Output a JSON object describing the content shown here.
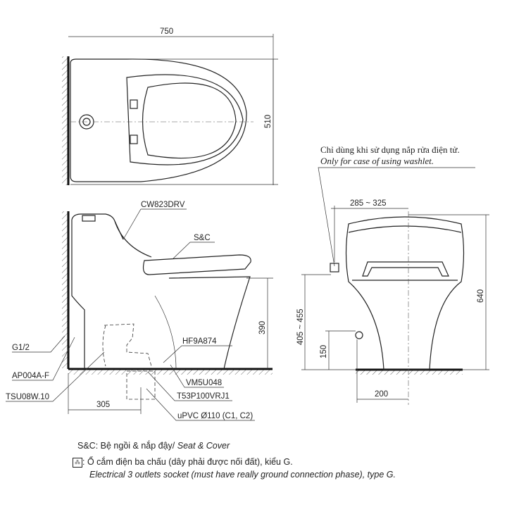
{
  "top_view": {
    "width_dim": "750",
    "depth_dim": "510"
  },
  "side_view": {
    "labels": {
      "tank": "CW823DRV",
      "seat": "S&C",
      "valve": "HF9A874",
      "g12": "G1/2",
      "ap": "AP004A-F",
      "tsu": "TSU08W.10",
      "vm": "VM5U048",
      "t53": "T53P100VRJ1",
      "pipe": "uPVC Ø110 (C1, C2)"
    },
    "dims": {
      "seat_height": "390",
      "rough_in": "305"
    }
  },
  "front_view": {
    "note_vi": "Chỉ dùng khi sử dụng nắp rửa điện tử.",
    "note_en": "Only for case of using washlet.",
    "dims": {
      "socket_offset": "285 ~ 325",
      "socket_height": "405 ~ 455",
      "height": "640",
      "supply_height": "150",
      "supply_offset": "200"
    }
  },
  "legend": {
    "sc_prefix": "S&C: Bệ ngồi & nắp đậy/ ",
    "sc_en": "Seat & Cover",
    "socket_icon": "socket-icon",
    "socket_vi": ": Ổ cắm điện ba chấu (dây phải được nối đất), kiểu G.",
    "socket_en": "Electrical 3 outlets socket (must have really ground connection phase), type G."
  }
}
